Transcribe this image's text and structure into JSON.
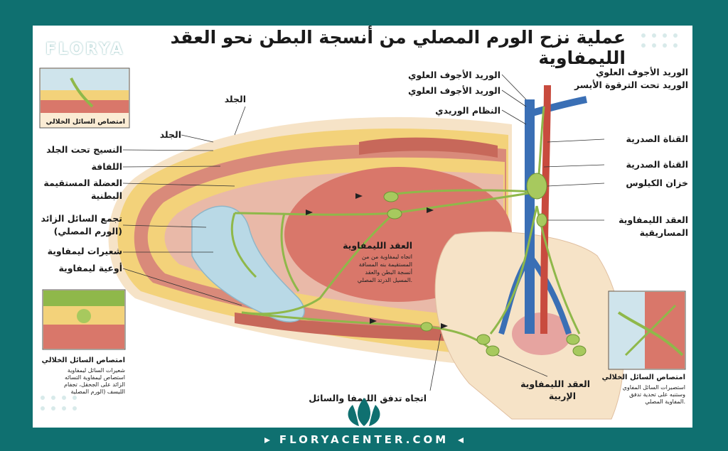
{
  "title": "عملية نزح الورم المصلي من أنسجة البطن نحو العقد الليمفاوية",
  "brand": {
    "logo": "FLORYA",
    "logo_sub": "CENTER",
    "footer": "FLORYACENTER.COM"
  },
  "colors": {
    "frame": "#0f7070",
    "vein": "#3a6fb5",
    "artery": "#c84b3e",
    "lymph": "#8fb84a",
    "fat": "#f3d27a",
    "muscle": "#c7685a",
    "fluid": "#b9d9e6"
  },
  "labels_left": [
    "الجلد",
    "الجلد",
    "النسيج تحت الجلد",
    "اللفافة",
    "العضلة المستقيمة",
    "البطنية",
    "تجمع السائل الزائد",
    "(الورم المصلي)",
    "شعيرات ليمفاوية",
    "أوعية ليمفاوية"
  ],
  "labels_right": [
    "الوريد الأجوف العلوي",
    "الوريد تحت الترقوة الأيسر",
    "القناة الصدرية",
    "القناة الصدرية",
    "خزان الكيلوس",
    "العقد الليمفاوية",
    "المساريقية"
  ],
  "labels_top": [
    "الوريد الأجوف العلوي",
    "الوريد الأجوف العلوي",
    "النظام الوريدي"
  ],
  "center_label": {
    "title": "العقد الليمفاوية",
    "lines": [
      "اتجاه ليمفاوية من من",
      "المستقيمة بنه المسافة",
      "أنسجة البطن والعقد",
      "المسيل الدرتد المصلي."
    ]
  },
  "bottom_labels": {
    "flow": "اتجاه تدفق الليمفا والسائل",
    "inguinal_1": "العقد الليمفاوية",
    "inguinal_2": "الإربية"
  },
  "inset_top_left": {
    "caption": "امتصاص السائل الخلالي"
  },
  "inset_mid_left": {
    "caption": "امتصاص السائل الخلالي",
    "lines": [
      "شعيرات السائل ليمفاوية",
      "استصاص ليمفاوية التسائه",
      "الزائد على الجحقل، تجفام",
      "الليسف (الورم المصلية"
    ]
  },
  "inset_right": {
    "caption": "امتصاص السائل الخلالي",
    "lines": [
      "استصيرات السائل المفاوي",
      "وستنبه على تحدية تدفق",
      "المفاوية المصلي."
    ]
  }
}
